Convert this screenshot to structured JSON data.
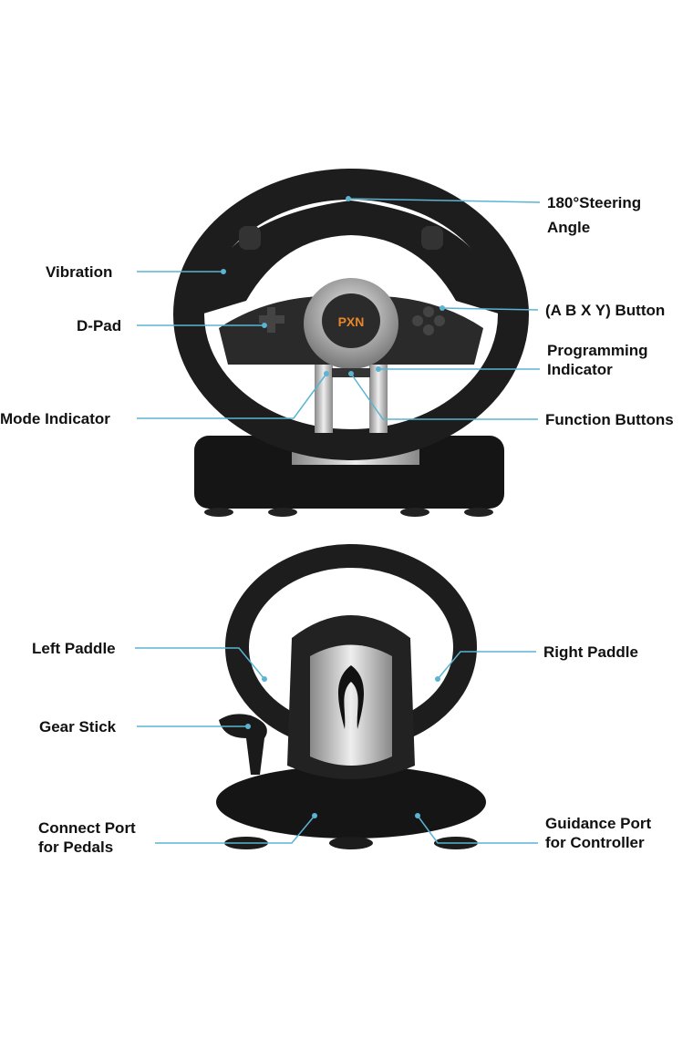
{
  "colors": {
    "leader": "#5ab4d2",
    "body": "#1a1a1a",
    "silver": "#b9b9b9",
    "logo": "#e8862a"
  },
  "brand_logo": "PXN",
  "front_view": {
    "labels": {
      "steering_1": "180°Steering",
      "steering_2": "Angle",
      "vibration": "Vibration",
      "dpad": "D-Pad",
      "abxy": "(A B X Y) Button",
      "programming_1": "Programming",
      "programming_2": "Indicator",
      "mode": "Mode Indicator",
      "function": "Function Buttons"
    }
  },
  "back_view": {
    "labels": {
      "left_paddle": "Left Paddle",
      "right_paddle": "Right Paddle",
      "gear_stick": "Gear Stick",
      "connect_1": "Connect Port",
      "connect_2": "for Pedals",
      "guidance_1": "Guidance Port",
      "guidance_2": "for Controller"
    }
  }
}
